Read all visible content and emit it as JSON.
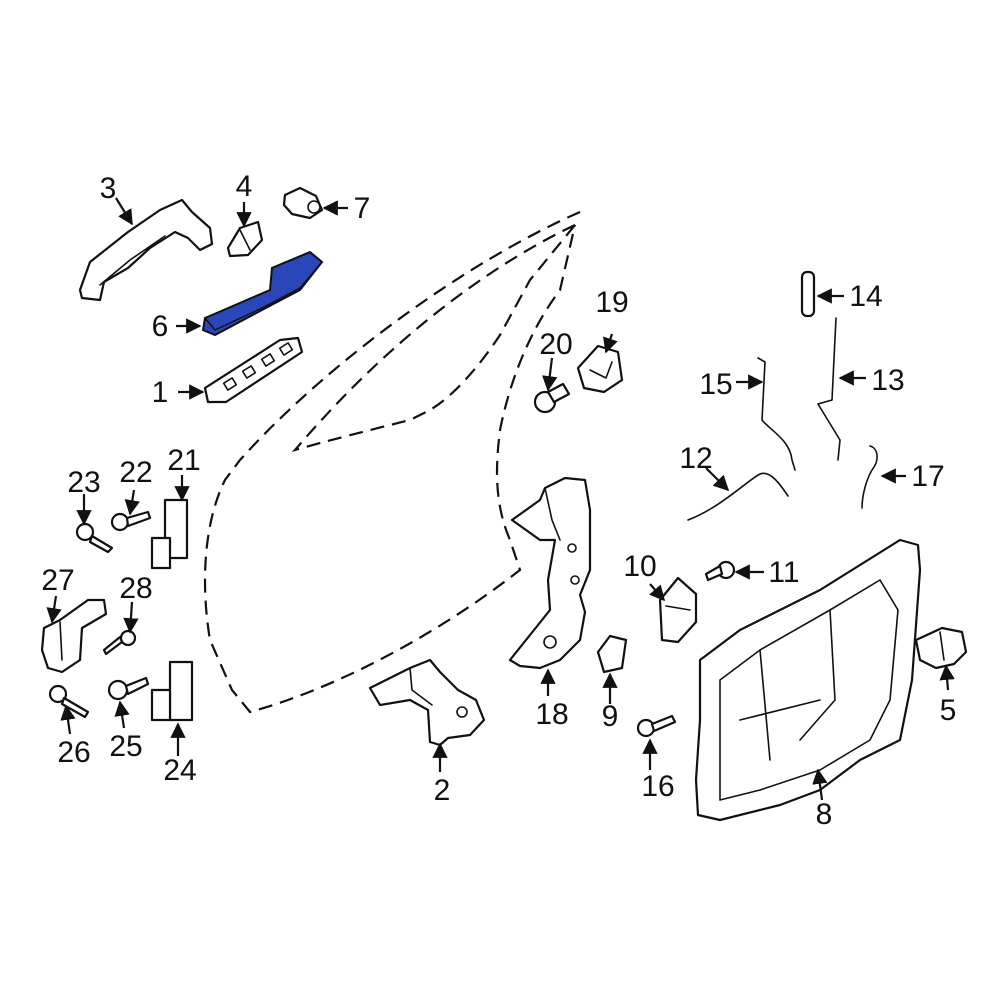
{
  "diagram": {
    "highlight_color": "#2a46b8",
    "line_color": "#111111",
    "background": "#ffffff",
    "callouts": {
      "c1": "1",
      "c2": "2",
      "c3": "3",
      "c4": "4",
      "c5": "5",
      "c6": "6",
      "c7": "7",
      "c8": "8",
      "c9": "9",
      "c10": "10",
      "c11": "11",
      "c12": "12",
      "c13": "13",
      "c14": "14",
      "c15": "15",
      "c16": "16",
      "c17": "17",
      "c18": "18",
      "c19": "19",
      "c20": "20",
      "c21": "21",
      "c22": "22",
      "c23": "23",
      "c24": "24",
      "c25": "25",
      "c26": "26",
      "c27": "27",
      "c28": "28"
    }
  }
}
